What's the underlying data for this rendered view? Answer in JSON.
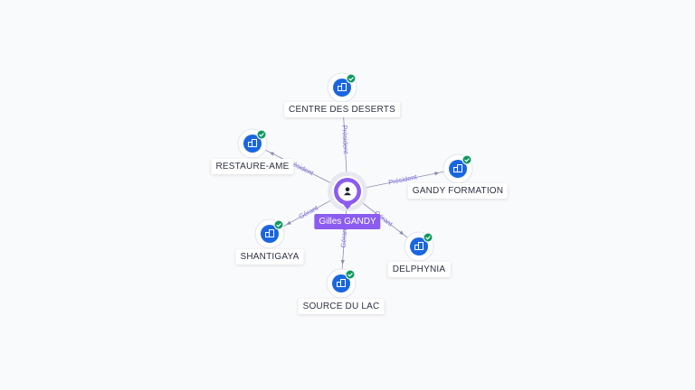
{
  "center": {
    "name": "Gilles GANDY",
    "icon": "person-icon",
    "color": "#8c5cf0"
  },
  "companies": [
    {
      "id": "centre",
      "name": "CENTRE DES DESERTS",
      "role": "Président",
      "verified": true
    },
    {
      "id": "restaure",
      "name": "RESTAURE-AME",
      "role": "Président",
      "verified": true
    },
    {
      "id": "gandy",
      "name": "GANDY FORMATION",
      "role": "Président",
      "verified": true
    },
    {
      "id": "shantigaya",
      "name": "SHANTIGAYA",
      "role": "Gérant",
      "verified": true
    },
    {
      "id": "delphynia",
      "name": "DELPHYNIA",
      "role": "Gérant",
      "verified": true
    },
    {
      "id": "source",
      "name": "SOURCE DU LAC",
      "role": "Gérant",
      "verified": true
    }
  ],
  "colors": {
    "company_icon": "#1a66e0",
    "check": "#0f9960",
    "edge": "#8c8fb3",
    "edge_label": "#7b6fe0"
  },
  "icons": {
    "company": "building-icon",
    "check": "check-badge-icon"
  }
}
